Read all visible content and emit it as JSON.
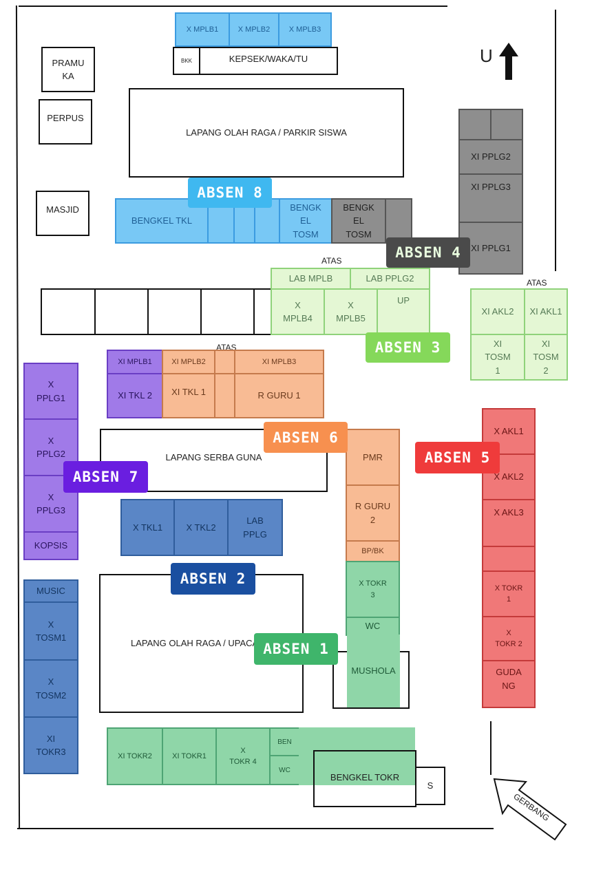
{
  "north": "U",
  "gate": "GERBANG",
  "atas": "ATAS",
  "absen": [
    "ABSEN 1",
    "ABSEN 2",
    "ABSEN 3",
    "ABSEN 4",
    "ABSEN 5",
    "ABSEN 6",
    "ABSEN 7",
    "ABSEN 8"
  ],
  "colors": {
    "absen1": "#3fb56b",
    "absen2": "#1a4fa0",
    "absen3": "#85d85a",
    "absen4": "#4a4a4a",
    "absen5": "#ef3b3b",
    "absen6": "#f7904f",
    "absen7": "#6a1ee0",
    "absen8": "#3fb8f0"
  },
  "rooms": {
    "x_mplb1": "X MPLB1",
    "x_mplb2": "X MPLB2",
    "x_mplb3": "X MPLB3",
    "bkk": "BKK",
    "kepsek": "KEPSEK/WAKA/TU",
    "pramuka": "PRAMU\nKA",
    "perpus": "PERPUS",
    "masjid": "MASJID",
    "lapang_parkir": "LAPANG OLAH RAGA / PARKIR SISWA",
    "bengkel_tkl": "BENGKEL TKL",
    "bengkel_tosm1": "BENGK\nEL\nTOSM",
    "bengkel_tosm2": "BENGK\nEL\nTOSM",
    "xi_pplg2": "XI PPLG2",
    "xi_pplg3": "XI PPLG3",
    "xi_pplg1": "XI PPLG1",
    "lab_mplb": "LAB MPLB",
    "lab_pplg2": "LAB PPLG2",
    "x_mplb4": "X\nMPLB4",
    "x_mplb5": "X\nMPLB5",
    "up": "UP",
    "xi_akl2": "XI AKL2",
    "xi_akl1": "XI AKL1",
    "xi_tosm1": "XI\nTOSM\n1",
    "xi_tosm2": "XI\nTOSM\n2",
    "xi_mplb1": "XI MPLB1",
    "xi_mplb2": "XI MPLB2",
    "xi_mplb3": "XI MPLB3",
    "xi_tkl2": "XI TKL 2",
    "xi_tkl1": "XI TKL 1",
    "r_guru1": "R GURU 1",
    "x_pplg1": "X\nPPLG1",
    "x_pplg2": "X\nPPLG2",
    "x_pplg3": "X\nPPLG3",
    "kopsis": "KOPSIS",
    "lapang_serba": "LAPANG SERBA GUNA",
    "pmr": "PMR",
    "r_guru2": "R GURU\n2",
    "bpbk": "BP/BK",
    "x_tokr3": "X TOKR\n3",
    "wc1": "WC",
    "mushola": "MUSHOLA",
    "x_akl1": "X AKL1",
    "x_akl2": "X AKL2",
    "x_akl3": "X AKL3",
    "x_tokr1": "X TOKR\n1",
    "x_tokr2": "X\nTOKR 2",
    "gudang": "GUDA\nNG",
    "x_tkl1": "X TKL1",
    "x_tkl2": "X TKL2",
    "lab_pplg": "LAB\nPPLG",
    "music": "MUSIC",
    "x_tosm1": "X\nTOSM1",
    "x_tosm2": "X\nTOSM2",
    "xi_tokr3": "XI\nTOKR3",
    "lapang_upacara": "LAPANG OLAH RAGA / UPACARA",
    "xi_tokr2": "XI TOKR2",
    "xi_tokr1": "XI TOKR1",
    "x_tokr4": "X\nTOKR 4",
    "ben": "BEN",
    "wc2": "WC",
    "bengkel_tokr": "BENGKEL TOKR",
    "s": "S"
  }
}
